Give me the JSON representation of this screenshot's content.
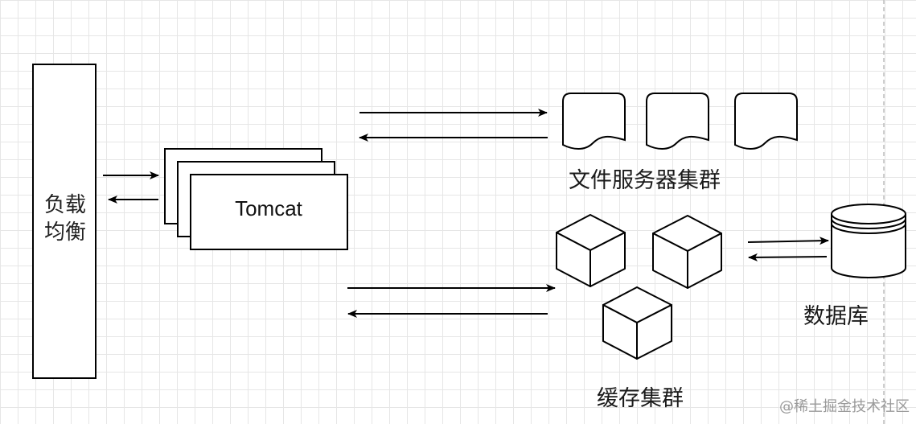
{
  "load_balancer": {
    "label_line1": "负载",
    "label_line2": "均衡"
  },
  "tomcat": {
    "label": "Tomcat"
  },
  "file_cluster": {
    "label": "文件服务器集群",
    "icon": "document-icon"
  },
  "cache_cluster": {
    "label": "缓存集群",
    "icon": "cube-icon"
  },
  "database": {
    "label": "数据库",
    "icon": "cylinder-icon"
  },
  "watermark": "@稀土掘金技术社区",
  "colors": {
    "stroke": "#000000",
    "grid": "#e6e6e6",
    "background": "#ffffff"
  }
}
